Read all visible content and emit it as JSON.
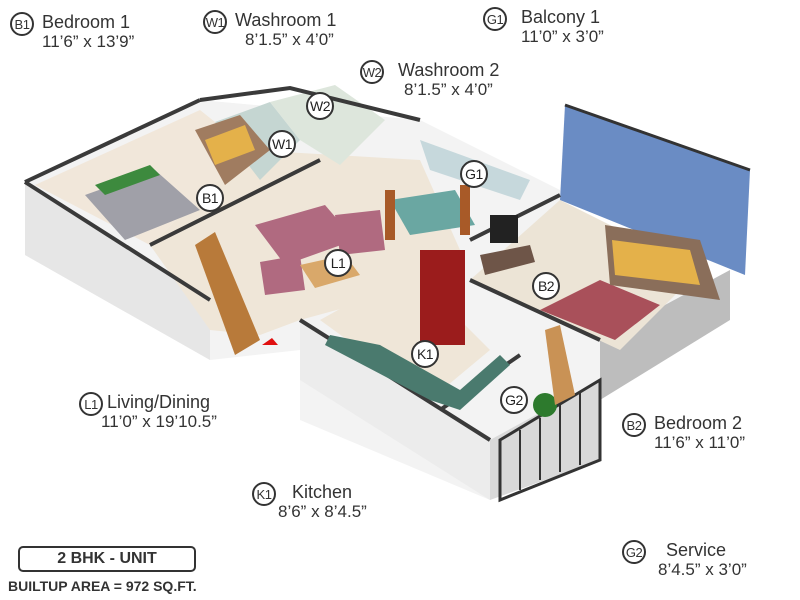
{
  "rooms": [
    {
      "code": "B1",
      "name": "Bedroom 1",
      "dim": "11’6” x 13’9”"
    },
    {
      "code": "W1",
      "name": "Washroom 1",
      "dim": "8’1.5” x 4’0”"
    },
    {
      "code": "G1",
      "name": "Balcony 1",
      "dim": "11’0” x 3’0”"
    },
    {
      "code": "W2",
      "name": "Washroom 2",
      "dim": "8’1.5” x 4’0”"
    },
    {
      "code": "L1",
      "name": "Living/Dining",
      "dim": "11’0” x 19’10.5”"
    },
    {
      "code": "B2",
      "name": "Bedroom 2",
      "dim": "11’6” x 11’0”"
    },
    {
      "code": "K1",
      "name": "Kitchen",
      "dim": "8’6” x 8’4.5”"
    },
    {
      "code": "G2",
      "name": "Service",
      "dim": "8’4.5” x 3’0”"
    }
  ],
  "unit": {
    "label": "2 BHK - UNIT",
    "area": "BUILTUP AREA = 972 SQ.FT."
  },
  "colors": {
    "accent_wall": "#6a8cc4",
    "wall_top": "#3a3a3a",
    "floor": "#efe6d8",
    "sofa": "#b06a80",
    "fridge": "#9b1c1c",
    "entry_arrow": "#e01010"
  }
}
